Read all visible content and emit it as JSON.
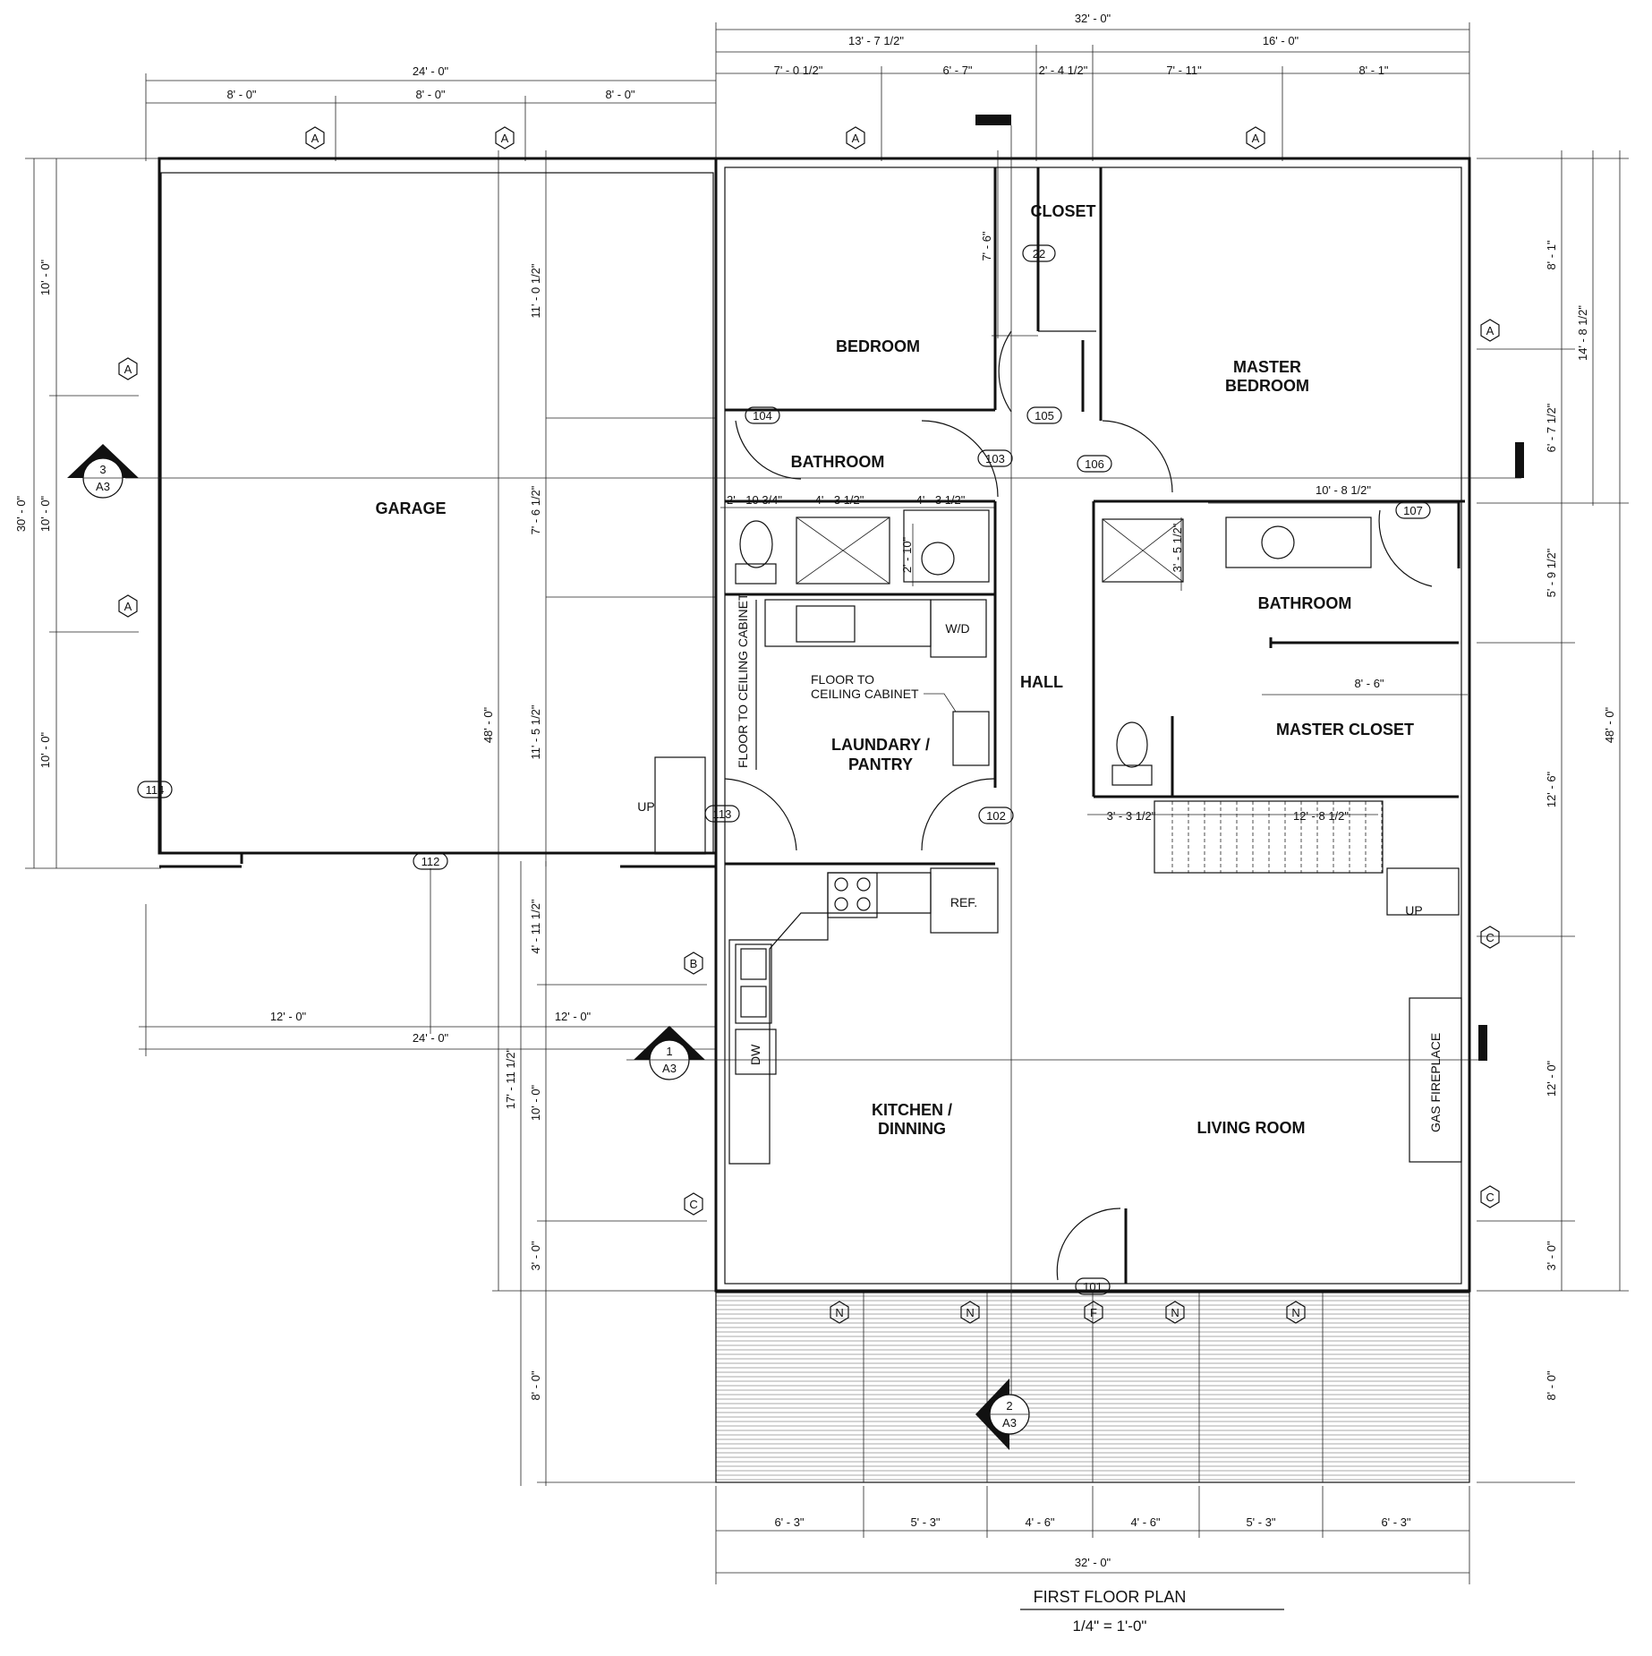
{
  "title": {
    "name": "FIRST FLOOR PLAN",
    "scale": "1/4\" = 1'-0\""
  },
  "rooms": {
    "garage": "GARAGE",
    "bedroom": "BEDROOM",
    "closet": "CLOSET",
    "master_bedroom_1": "MASTER",
    "master_bedroom_2": "BEDROOM",
    "bathroom_a": "BATHROOM",
    "bathroom_b": "BATHROOM",
    "hall": "HALL",
    "laundry_1": "LAUNDARY /",
    "laundry_2": "PANTRY",
    "master_closet": "MASTER CLOSET",
    "kitchen_1": "KITCHEN /",
    "kitchen_2": "DINNING",
    "living": "LIVING ROOM"
  },
  "notes": {
    "floor_cab_1": "FLOOR TO",
    "floor_cab_2": "CEILING CABINET",
    "floor_cab_vertical": "FLOOR TO CEILING CABINET",
    "wd": "W/D",
    "ref": "REF.",
    "dw": "DW",
    "fireplace": "GAS FIREPLACE",
    "up_1": "UP",
    "up_2": "UP"
  },
  "tags": {
    "t101": "101",
    "t102": "102",
    "t103": "103",
    "t104": "104",
    "t105": "105",
    "t106": "106",
    "t107": "107",
    "t112": "112",
    "t113": "113",
    "t114": "114",
    "t22": "22"
  },
  "window_types": {
    "a": "A",
    "b": "B",
    "c": "C",
    "n": "N",
    "f": "F"
  },
  "sections": {
    "s1_num": "1",
    "s1_sheet": "A3",
    "s2_num": "2",
    "s2_sheet": "A3",
    "s3_num": "3",
    "s3_sheet": "A3"
  },
  "dimensions": {
    "top_overall": "32' - 0\"",
    "top_left_group": "13' - 7 1/2\"",
    "top_right_group": "16' - 0\"",
    "top_a": "7' - 0 1/2\"",
    "top_b": "6' - 7\"",
    "top_c": "2' - 4 1/2\"",
    "top_d": "7' - 11\"",
    "top_e": "8' - 1\"",
    "garage_overall": "24' - 0\"",
    "garage_a": "8' - 0\"",
    "garage_b": "8' - 0\"",
    "garage_c": "8' - 0\"",
    "left_overall": "30' - 0\"",
    "left_a": "10' - 0\"",
    "left_b": "10' - 0\"",
    "left_c": "10' - 0\"",
    "garage_depth": "48' - 0\"",
    "int_a": "11' - 0 1/2\"",
    "int_b": "7' - 6 1/2\"",
    "int_c": "11' - 5 1/2\"",
    "closet_h": "7' - 6\"",
    "lb_a": "4' - 11 1/2\"",
    "lb_b": "17' - 11 1/2\"",
    "lb_c": "10' - 0\"",
    "lb_d": "3' - 0\"",
    "lb_e": "8' - 0\"",
    "gbot_a": "12' - 0\"",
    "gbot_b": "12' - 0\"",
    "gbot_overall": "24' - 0\"",
    "bath_a": "2' - 10 3/4\"",
    "bath_b": "4' - 3 1/2\"",
    "bath_c": "4' - 3 1/2\"",
    "bath_d": "2' - 10\"",
    "mbath_w": "10' - 8 1/2\"",
    "mbath_s": "3' - 5 1/2\"",
    "mcloset_w": "8' - 6\"",
    "stair_a": "3' - 3 1/2\"",
    "stair_b": "12' - 8 1/2\"",
    "right_a": "8' - 1\"",
    "right_b": "6' - 7 1/2\"",
    "right_c": "14' - 8 1/2\"",
    "right_d": "5' - 9 1/2\"",
    "right_e": "12' - 6\"",
    "right_f": "12' - 0\"",
    "right_g": "3' - 0\"",
    "right_h": "8' - 0\"",
    "right_overall": "48' - 0\"",
    "porch_a": "6' - 3\"",
    "porch_b": "5' - 3\"",
    "porch_c": "4' - 6\"",
    "porch_d": "4' - 6\"",
    "porch_e": "5' - 3\"",
    "porch_f": "6' - 3\"",
    "porch_overall": "32' - 0\""
  }
}
